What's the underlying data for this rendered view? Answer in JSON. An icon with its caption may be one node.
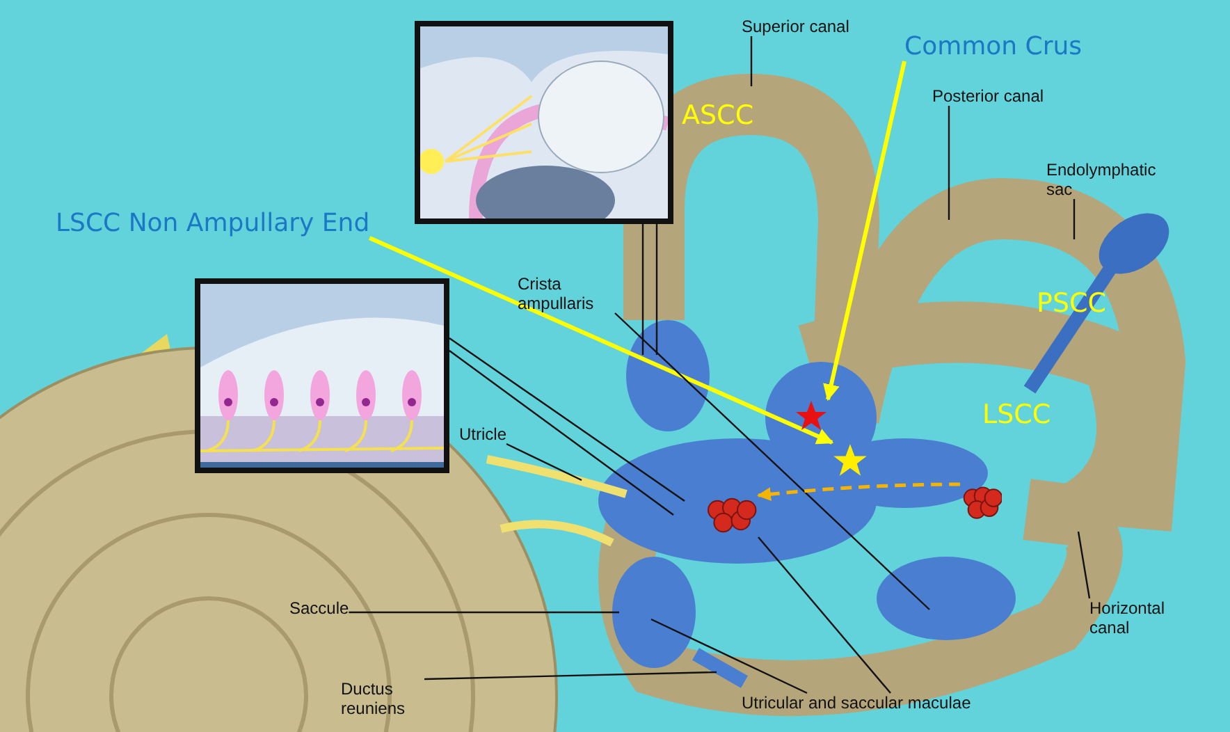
{
  "diagram": {
    "nodes": [
      {
        "text": [],
        "shape": "picture"
      },
      {
        "text": [],
        "shape": "picture"
      },
      {
        "text": [
          "Superior canal"
        ]
      },
      {
        "text": [
          "Common Crus"
        ]
      },
      {
        "text": [
          "Posterior canal"
        ]
      },
      {
        "text": [
          "Endolymphatic sac"
        ]
      },
      {
        "text": [
          "LSCC Non Ampullary End"
        ]
      },
      {
        "text": [
          "Crista ampullaris"
        ]
      },
      {
        "text": [
          "Utricle"
        ]
      },
      {
        "text": [
          "Saccule"
        ]
      },
      {
        "text": [
          "Ductus reuniens"
        ]
      },
      {
        "text": [
          "Horizontal canal"
        ]
      },
      {
        "text": [
          "Utricular and saccular maculae"
        ]
      },
      {
        "text": [],
        "shape": "star"
      },
      {
        "text": [],
        "shape": "star"
      },
      {
        "text": [],
        "shape": "circle"
      },
      {
        "text": [],
        "shape": "circle"
      }
    ],
    "edges": [
      {
        "from": 2,
        "to": null,
        "arrow": "none"
      },
      {
        "from": 3,
        "to": 13,
        "arrow": "to",
        "style": "thick",
        "color": "#ffff00"
      },
      {
        "from": 4,
        "to": null,
        "arrow": "none"
      },
      {
        "from": 5,
        "to": null,
        "arrow": "none"
      },
      {
        "from": 6,
        "to": 14,
        "arrow": "to",
        "style": "thick",
        "color": "#ffff00"
      },
      {
        "from": 7,
        "to": null,
        "arrow": "none"
      },
      {
        "from": 8,
        "to": null,
        "arrow": "none"
      },
      {
        "from": 9,
        "to": null,
        "arrow": "none"
      },
      {
        "from": 10,
        "to": null,
        "arrow": "none"
      },
      {
        "from": 11,
        "to": null,
        "arrow": "none"
      },
      {
        "from": 12,
        "to": 15,
        "arrow": "none"
      },
      {
        "from": 12,
        "to": null,
        "arrow": "none"
      },
      {
        "from": 0,
        "to": null,
        "arrow": "none"
      },
      {
        "from": 0,
        "to": null,
        "arrow": "none"
      },
      {
        "from": 1,
        "to": null,
        "arrow": "none"
      },
      {
        "from": 1,
        "to": null,
        "arrow": "none"
      },
      {
        "from": 16,
        "to": 15,
        "arrow": "to",
        "style": "dashed",
        "color": "#f5b400"
      }
    ],
    "labels": [
      "ASCC",
      "PSCC",
      "LSCC"
    ]
  }
}
